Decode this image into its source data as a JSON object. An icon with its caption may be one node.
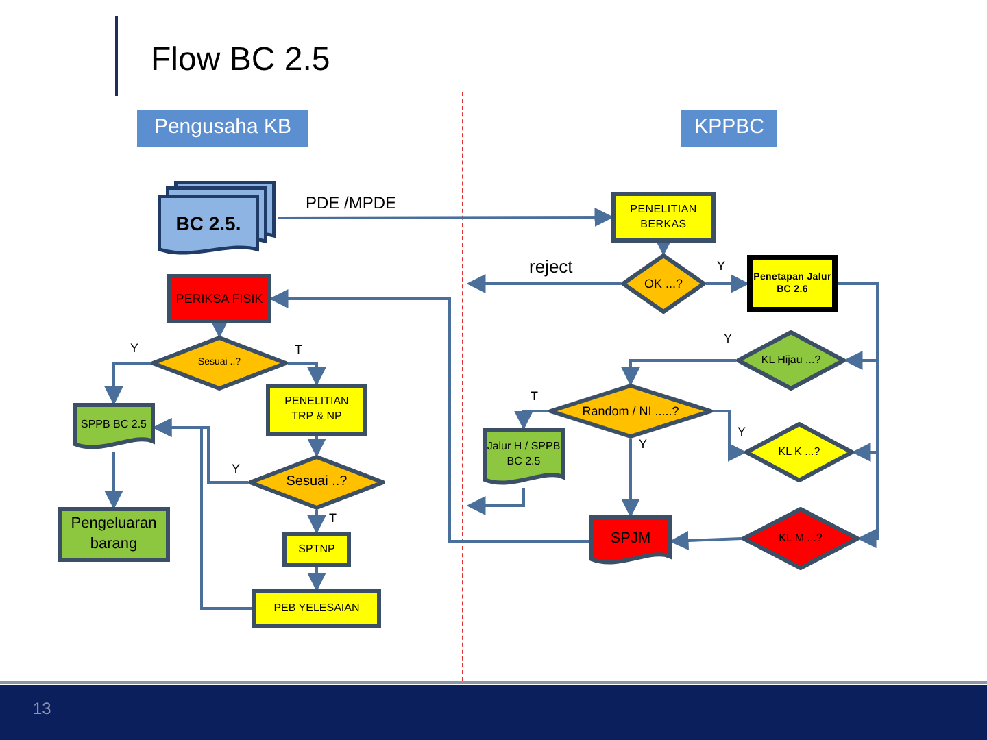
{
  "diagram": {
    "title": "Flow BC 2.5",
    "nodes": [
      {
        "text": [
          "Pengusaha KB"
        ]
      },
      {
        "text": [
          "KPPBC"
        ]
      },
      {
        "text": [
          "BC 2.5."
        ]
      },
      {
        "text": [
          "PENELITIAN BERKAS"
        ]
      },
      {
        "text": [
          "OK ...?"
        ]
      },
      {
        "text": [
          "Penetapan Jalur BC 2.6"
        ]
      },
      {
        "text": [
          "PERIKSA FISIK"
        ]
      },
      {
        "text": [
          "Sesuai ..?"
        ]
      },
      {
        "text": [
          "KL Hijau ...?"
        ]
      },
      {
        "text": [
          "Random / NI .....?"
        ]
      },
      {
        "text": [
          "SPPB BC 2.5"
        ]
      },
      {
        "text": [
          "PENELITIAN TRP & NP"
        ]
      },
      {
        "text": [
          "Jalur H / SPPB BC 2.5"
        ]
      },
      {
        "text": [
          "KL K ...?"
        ]
      },
      {
        "text": [
          "Sesuai ..?"
        ]
      },
      {
        "text": [
          "Pengeluaran barang"
        ]
      },
      {
        "text": [
          "SPJM"
        ]
      },
      {
        "text": [
          "KL M ...?"
        ]
      },
      {
        "text": [
          "SPTNP"
        ]
      },
      {
        "text": [
          "PEB YELESAIAN"
        ]
      }
    ],
    "edges": [
      {
        "from": 2,
        "to": 3,
        "arrow": "to",
        "label": "PDE /MPDE"
      },
      {
        "from": 3,
        "to": 4,
        "arrow": "to"
      },
      {
        "from": 4,
        "to": 5,
        "arrow": "to",
        "label": "Y"
      },
      {
        "from": 4,
        "to": null,
        "arrow": "to",
        "label": "reject"
      },
      {
        "from": 5,
        "to": 8,
        "arrow": "to"
      },
      {
        "from": 5,
        "to": 13,
        "arrow": "to"
      },
      {
        "from": 5,
        "to": 17,
        "arrow": "to"
      },
      {
        "from": 8,
        "to": 9,
        "arrow": "to",
        "label": "Y"
      },
      {
        "from": 9,
        "to": 12,
        "arrow": "to",
        "label": "T"
      },
      {
        "from": 9,
        "to": 13,
        "arrow": "to",
        "label": "Y"
      },
      {
        "from": 9,
        "to": 16,
        "arrow": "to",
        "label": "Y"
      },
      {
        "from": 17,
        "to": 16,
        "arrow": "to"
      },
      {
        "from": 16,
        "to": 6,
        "arrow": "to"
      },
      {
        "from": 12,
        "to": null,
        "arrow": "to"
      },
      {
        "from": 6,
        "to": 7,
        "arrow": "to"
      },
      {
        "from": 7,
        "to": 10,
        "arrow": "to",
        "label": "Y"
      },
      {
        "from": 7,
        "to": 11,
        "arrow": "to",
        "label": "T"
      },
      {
        "from": 11,
        "to": 14,
        "arrow": "to"
      },
      {
        "from": 14,
        "to": 10,
        "arrow": "to",
        "label": "Y"
      },
      {
        "from": 14,
        "to": 18,
        "arrow": "to",
        "label": "T"
      },
      {
        "from": 18,
        "to": 19,
        "arrow": "to"
      },
      {
        "from": 19,
        "to": 10,
        "arrow": "to"
      },
      {
        "from": 10,
        "to": 15,
        "arrow": "to"
      }
    ],
    "labels": [
      "13"
    ]
  }
}
